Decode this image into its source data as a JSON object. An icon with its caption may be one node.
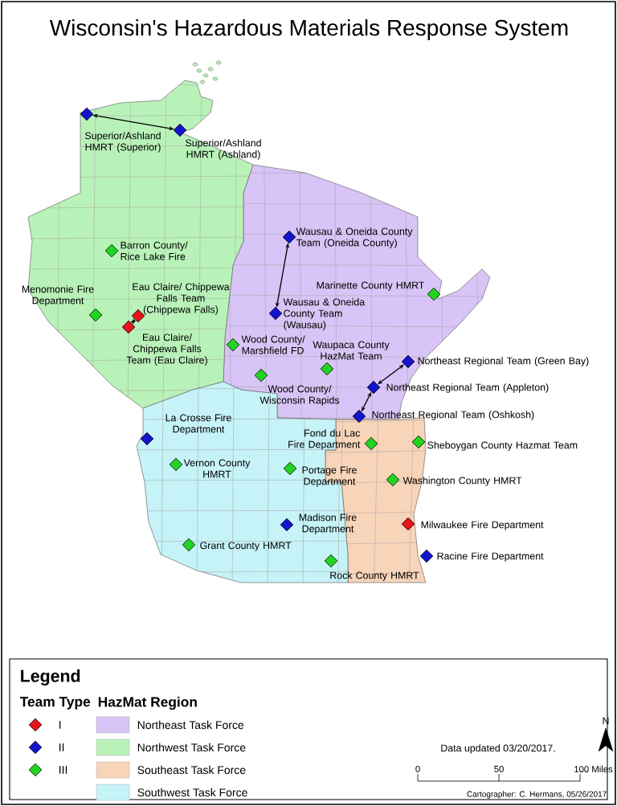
{
  "diagram": {
    "title": "Wisconsin's Hazardous Materials Response System",
    "nodes": [
      {
        "text": [],
        "shape": "diamond",
        "beside": [
          "Superior/Ashland HMRT (Superior)"
        ]
      },
      {
        "text": [],
        "shape": "diamond",
        "beside": [
          "Superior/Ashland HMRT (Ashland)"
        ]
      },
      {
        "text": [],
        "shape": "diamond",
        "beside": [
          "Wausau & Oneida County Team (Oneida County)"
        ]
      },
      {
        "text": [],
        "shape": "diamond",
        "beside": [
          "Barron County/ Rice Lake Fire"
        ]
      },
      {
        "text": [],
        "shape": "diamond",
        "beside": [
          "Marinette County HMRT"
        ]
      },
      {
        "text": [],
        "shape": "diamond",
        "beside": [
          "Eau Claire/ Chippewa Falls Team (Chippewa Falls)"
        ]
      },
      {
        "text": [],
        "shape": "diamond",
        "beside": [
          "Menomonie Fire Department"
        ]
      },
      {
        "text": [],
        "shape": "diamond",
        "beside": [
          "Wausau & Oneida County Team (Wausau)"
        ]
      },
      {
        "text": [],
        "shape": "diamond",
        "beside": [
          "Eau Claire/ Chippewa Falls Team (Eau Claire)"
        ]
      },
      {
        "text": [],
        "shape": "diamond",
        "beside": [
          "Wood County/ Marshfield FD"
        ]
      },
      {
        "text": [],
        "shape": "diamond",
        "beside": [
          "Waupaca County HazMat Team"
        ]
      },
      {
        "text": [],
        "shape": "diamond",
        "beside": [
          "Northeast Regional Team (Green Bay)"
        ]
      },
      {
        "text": [],
        "shape": "diamond",
        "beside": [
          "Wood County/ Wisconsin Rapids"
        ]
      },
      {
        "text": [],
        "shape": "diamond",
        "beside": [
          "Northeast Regional Team (Appleton)"
        ]
      },
      {
        "text": [],
        "shape": "diamond",
        "beside": [
          "Northeast Regional Team (Oshkosh)"
        ]
      },
      {
        "text": [],
        "shape": "diamond",
        "beside": [
          "La Crosse Fire Department"
        ]
      },
      {
        "text": [],
        "shape": "diamond",
        "beside": [
          "Fond du Lac Fire Department"
        ]
      },
      {
        "text": [],
        "shape": "diamond",
        "beside": [
          "Sheboygan County Hazmat Team"
        ]
      },
      {
        "text": [],
        "shape": "diamond",
        "beside": [
          "Vernon County HMRT"
        ]
      },
      {
        "text": [],
        "shape": "diamond",
        "beside": [
          "Portage Fire Department"
        ]
      },
      {
        "text": [],
        "shape": "diamond",
        "beside": [
          "Washington County HMRT"
        ]
      },
      {
        "text": [],
        "shape": "diamond",
        "beside": [
          "Madison Fire Department"
        ]
      },
      {
        "text": [],
        "shape": "diamond",
        "beside": [
          "Milwaukee Fire Department"
        ]
      },
      {
        "text": [],
        "shape": "diamond",
        "beside": [
          "Grant County HMRT"
        ]
      },
      {
        "text": [],
        "shape": "diamond",
        "beside": [
          "Racine Fire Department"
        ]
      },
      {
        "text": [],
        "shape": "diamond",
        "beside": [
          "Rock County HMRT"
        ]
      }
    ],
    "edges": [
      {
        "from": 0,
        "to": 1,
        "arrow": "both"
      },
      {
        "from": 2,
        "to": 7,
        "arrow": "both"
      },
      {
        "from": 5,
        "to": 8,
        "arrow": "both"
      },
      {
        "from": 11,
        "to": 13,
        "arrow": "both"
      },
      {
        "from": 13,
        "to": 14,
        "arrow": "both"
      }
    ],
    "labels": [
      "Legend",
      "Team Type",
      "HazMat Region",
      "N",
      "Data updated 03/20/2017.",
      "0",
      "50",
      "100 Miles",
      "Cartographer: C. Hermans, 05/26/2017"
    ],
    "legend": [
      {
        "text": "I"
      },
      {
        "text": "Northeast Task Force",
        "color": "#d8c4f6"
      },
      {
        "text": "II"
      },
      {
        "text": "Northwest Task Force",
        "color": "#b9f2b9"
      },
      {
        "text": "III"
      },
      {
        "text": "Southeast Task Force",
        "color": "#f8d4b9"
      },
      {
        "text": "Southwest Task Force",
        "color": "#c6f3f7"
      }
    ]
  }
}
